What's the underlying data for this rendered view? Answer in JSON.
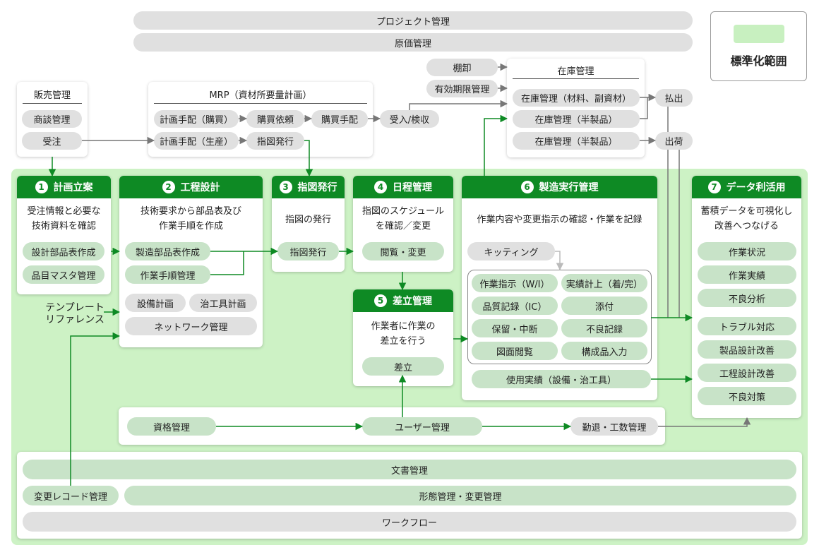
{
  "top_bars": {
    "project": "プロジェクト管理",
    "cost": "原価管理"
  },
  "legend": {
    "label": "標準化範囲",
    "swatch_color": "#c8f0c0"
  },
  "sales": {
    "title": "販売管理",
    "items": [
      "商談管理",
      "受注"
    ]
  },
  "mrp": {
    "title": "MRP（資材所要量計画）",
    "row1": [
      "計画手配（購買）",
      "購買依頼",
      "購買手配"
    ],
    "row2": [
      "計画手配（生産）",
      "指図発行"
    ]
  },
  "receiving": "受入/検収",
  "pre_stock": [
    "棚卸",
    "有効期限管理"
  ],
  "inventory": {
    "title": "在庫管理",
    "items": [
      "在庫管理（材料、副資材）",
      "在庫管理（半製品）",
      "在庫管理（半製品）"
    ]
  },
  "dispatch": {
    "payout": "払出",
    "ship": "出荷"
  },
  "steps": [
    {
      "num": "1",
      "title": "計画立案",
      "desc": [
        "受注情報と必要な",
        "技術資料を確認"
      ],
      "items": [
        "設計部品表作成",
        "品目マスタ管理"
      ]
    },
    {
      "num": "2",
      "title": "工程設計",
      "desc": [
        "技術要求から部品表及び",
        "作業手順を作成"
      ],
      "items": [
        "製造部品表作成",
        "作業手順管理",
        "設備計画",
        "治工具計画",
        "ネットワーク管理"
      ]
    },
    {
      "num": "3",
      "title": "指図発行",
      "desc": [
        "指図の発行"
      ],
      "items": [
        "指図発行"
      ]
    },
    {
      "num": "4",
      "title": "日程管理",
      "desc": [
        "指図のスケジュール",
        "を確認／変更"
      ],
      "items": [
        "閲覧・変更"
      ]
    },
    {
      "num": "5",
      "title": "差立管理",
      "desc": [
        "作業者に作業の",
        "差立を行う"
      ],
      "items": [
        "差立"
      ]
    },
    {
      "num": "6",
      "title": "製造実行管理",
      "desc": [
        "作業内容や変更指示の確認・作業を記録"
      ],
      "kitting": "キッティング",
      "grid": [
        "作業指示（W/I）",
        "実績計上（着/完）",
        "品質記録（IC）",
        "添付",
        "保留・中断",
        "不良記録",
        "図面閲覧",
        "構成品入力"
      ],
      "usage": "使用実績（設備・治工具）"
    },
    {
      "num": "7",
      "title": "データ利活用",
      "desc": [
        "蓄積データを可視化し",
        "改善へつなげる"
      ],
      "items": [
        "作業状況",
        "作業実績",
        "不良分析",
        "トラブル対応",
        "製品設計改善",
        "工程設計改善",
        "不良対策"
      ]
    }
  ],
  "template_ref": [
    "テンプレート",
    "リファレンス"
  ],
  "people": [
    "資格管理",
    "ユーザー管理",
    "勤退・工数管理"
  ],
  "bottom": {
    "doc": "文書管理",
    "change_record": "変更レコード管理",
    "config": "形態管理・変更管理",
    "workflow": "ワークフロー"
  }
}
